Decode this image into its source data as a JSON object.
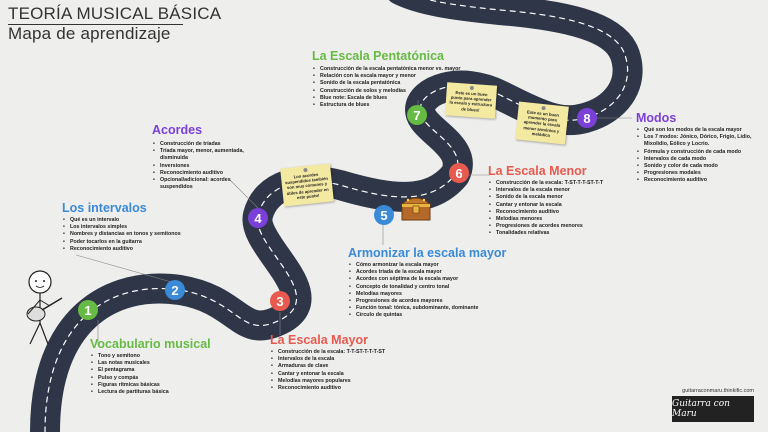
{
  "header": {
    "title": "TEORÍA MUSICAL BÁSICA",
    "subtitle": "Mapa de aprendizaje"
  },
  "colors": {
    "green": "#66bb44",
    "blue": "#3a8ad8",
    "purple": "#7b40d8",
    "red": "#e85a4f",
    "road": "#2e3648"
  },
  "sections": {
    "vocabulario": {
      "number": "1",
      "title": "Vocabulario musical",
      "items": [
        "Tono y semitono",
        "Las notas musicales",
        "El pentagrama",
        "Pulso y compás",
        "Figuras rítmicas básicas",
        "Lectura de partituras básica"
      ]
    },
    "intervalos": {
      "number": "2",
      "title": "Los intervalos",
      "items": [
        "Qué es un intervalo",
        "Los intervalos simples",
        "Nombres y distancias en tonos y semitonos",
        "Poder tocarlos en la guitarra",
        "Reconocimiento auditivo"
      ]
    },
    "escala_mayor": {
      "number": "3",
      "title": "La Escala Mayor",
      "items": [
        "Construcción de la escala: T-T-ST-T-T-T-ST",
        "Intervalos de la escala",
        "Armaduras de clave",
        "Cantar y entonar la escala",
        "Melodías mayores populares",
        "Reconocimiento auditivo"
      ]
    },
    "acordes": {
      "number": "4",
      "title": "Acordes",
      "items": [
        "Construcción de tríadas",
        "Tríada mayor, menor, aumentada, disminuida",
        "Inversiones",
        "Reconocimiento auditivo",
        "Opcional/adicional: acordes suspendidos"
      ]
    },
    "armonizar": {
      "number": "5",
      "title": "Armonizar la escala mayor",
      "items": [
        "Cómo armonizar la escala mayor",
        "Acordes tríada de la escala mayor",
        "Acordes con séptima de la escala mayor",
        "Concepto de tonalidad y centro tonal",
        "Melodías mayores",
        "Progresiones de acordes mayores",
        "Función tonal: tónica, subdominante, dominante",
        "Círculo de quintas"
      ]
    },
    "escala_menor": {
      "number": "6",
      "title": "La Escala Menor",
      "items": [
        "Construcción de la escala: T-ST-T-T-ST-T-T",
        "Intervalos de la escala menor",
        "Sonido de la escala menor",
        "Cantar y entonar la escala",
        "Reconocimiento auditivo",
        "Melodías menores",
        "Progresiones de acordes menores",
        "Tonalidades relativas"
      ]
    },
    "pentatonica": {
      "number": "7",
      "title": "La Escala Pentatónica",
      "items": [
        "Construcción de la escala pentatónica menor vs. mayor",
        "Relación con la escala mayor y menor",
        "Sonido de la escala pentatónica",
        "Construcción de solos y melodías",
        "Blue note: Escala de blues",
        "Estructura de blues"
      ]
    },
    "modos": {
      "number": "8",
      "title": "Modos",
      "items": [
        "Qué son los modos de la escala mayor",
        "Los 7 modos: Jónico, Dórico, Frigio, Lidio, Mixolidio, Eólico y Locrio.",
        "Fórmula y construcción de cada modo",
        "Intervalos de cada modo",
        "Sonido y color de cada modo",
        "Progresiones modales",
        "Reconocimiento auditivo"
      ]
    }
  },
  "notes": {
    "note1": "Los acordes suspendidos también son muy comunes y útiles de aprender en este punto!",
    "note2": "Este es un buen punto para aprender la escala y estructura de blues!",
    "note3": "Este es un buen momento para aprender la escala menor armónica y melódica"
  },
  "footer": {
    "url": "guitarraconmaru.thinkific.com",
    "signature": "Guitarra con Maru"
  }
}
